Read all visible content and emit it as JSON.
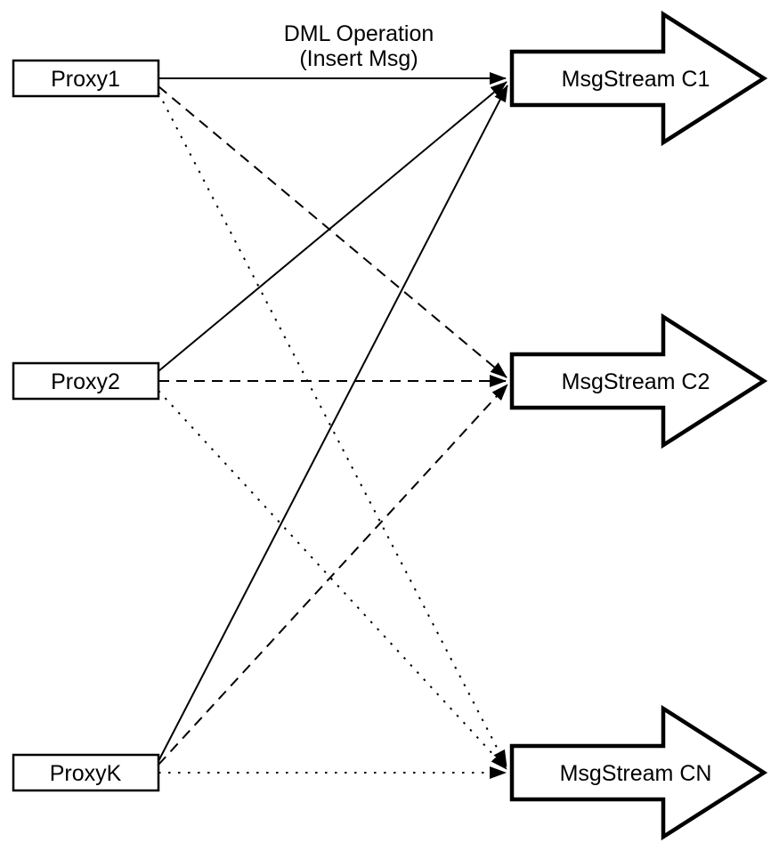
{
  "title": {
    "line1": "DML Operation",
    "line2": "(Insert Msg)"
  },
  "proxies": [
    {
      "label": "Proxy1"
    },
    {
      "label": "Proxy2"
    },
    {
      "label": "ProxyK"
    }
  ],
  "streams": [
    {
      "label": "MsgStream C1",
      "incoming_line_style": "solid"
    },
    {
      "label": "MsgStream C2",
      "incoming_line_style": "dashed"
    },
    {
      "label": "MsgStream CN",
      "incoming_line_style": "dotted"
    }
  ],
  "edges": [
    {
      "from": "Proxy1",
      "to": "MsgStream C1",
      "style": "solid"
    },
    {
      "from": "Proxy1",
      "to": "MsgStream C2",
      "style": "dashed"
    },
    {
      "from": "Proxy1",
      "to": "MsgStream CN",
      "style": "dotted"
    },
    {
      "from": "Proxy2",
      "to": "MsgStream C1",
      "style": "solid"
    },
    {
      "from": "Proxy2",
      "to": "MsgStream C2",
      "style": "dashed"
    },
    {
      "from": "Proxy2",
      "to": "MsgStream CN",
      "style": "dotted"
    },
    {
      "from": "ProxyK",
      "to": "MsgStream C1",
      "style": "solid"
    },
    {
      "from": "ProxyK",
      "to": "MsgStream C2",
      "style": "dashed"
    },
    {
      "from": "ProxyK",
      "to": "MsgStream CN",
      "style": "dotted"
    }
  ],
  "colors": {
    "stroke": "#000000",
    "fill": "#ffffff",
    "background": "#ffffff"
  }
}
